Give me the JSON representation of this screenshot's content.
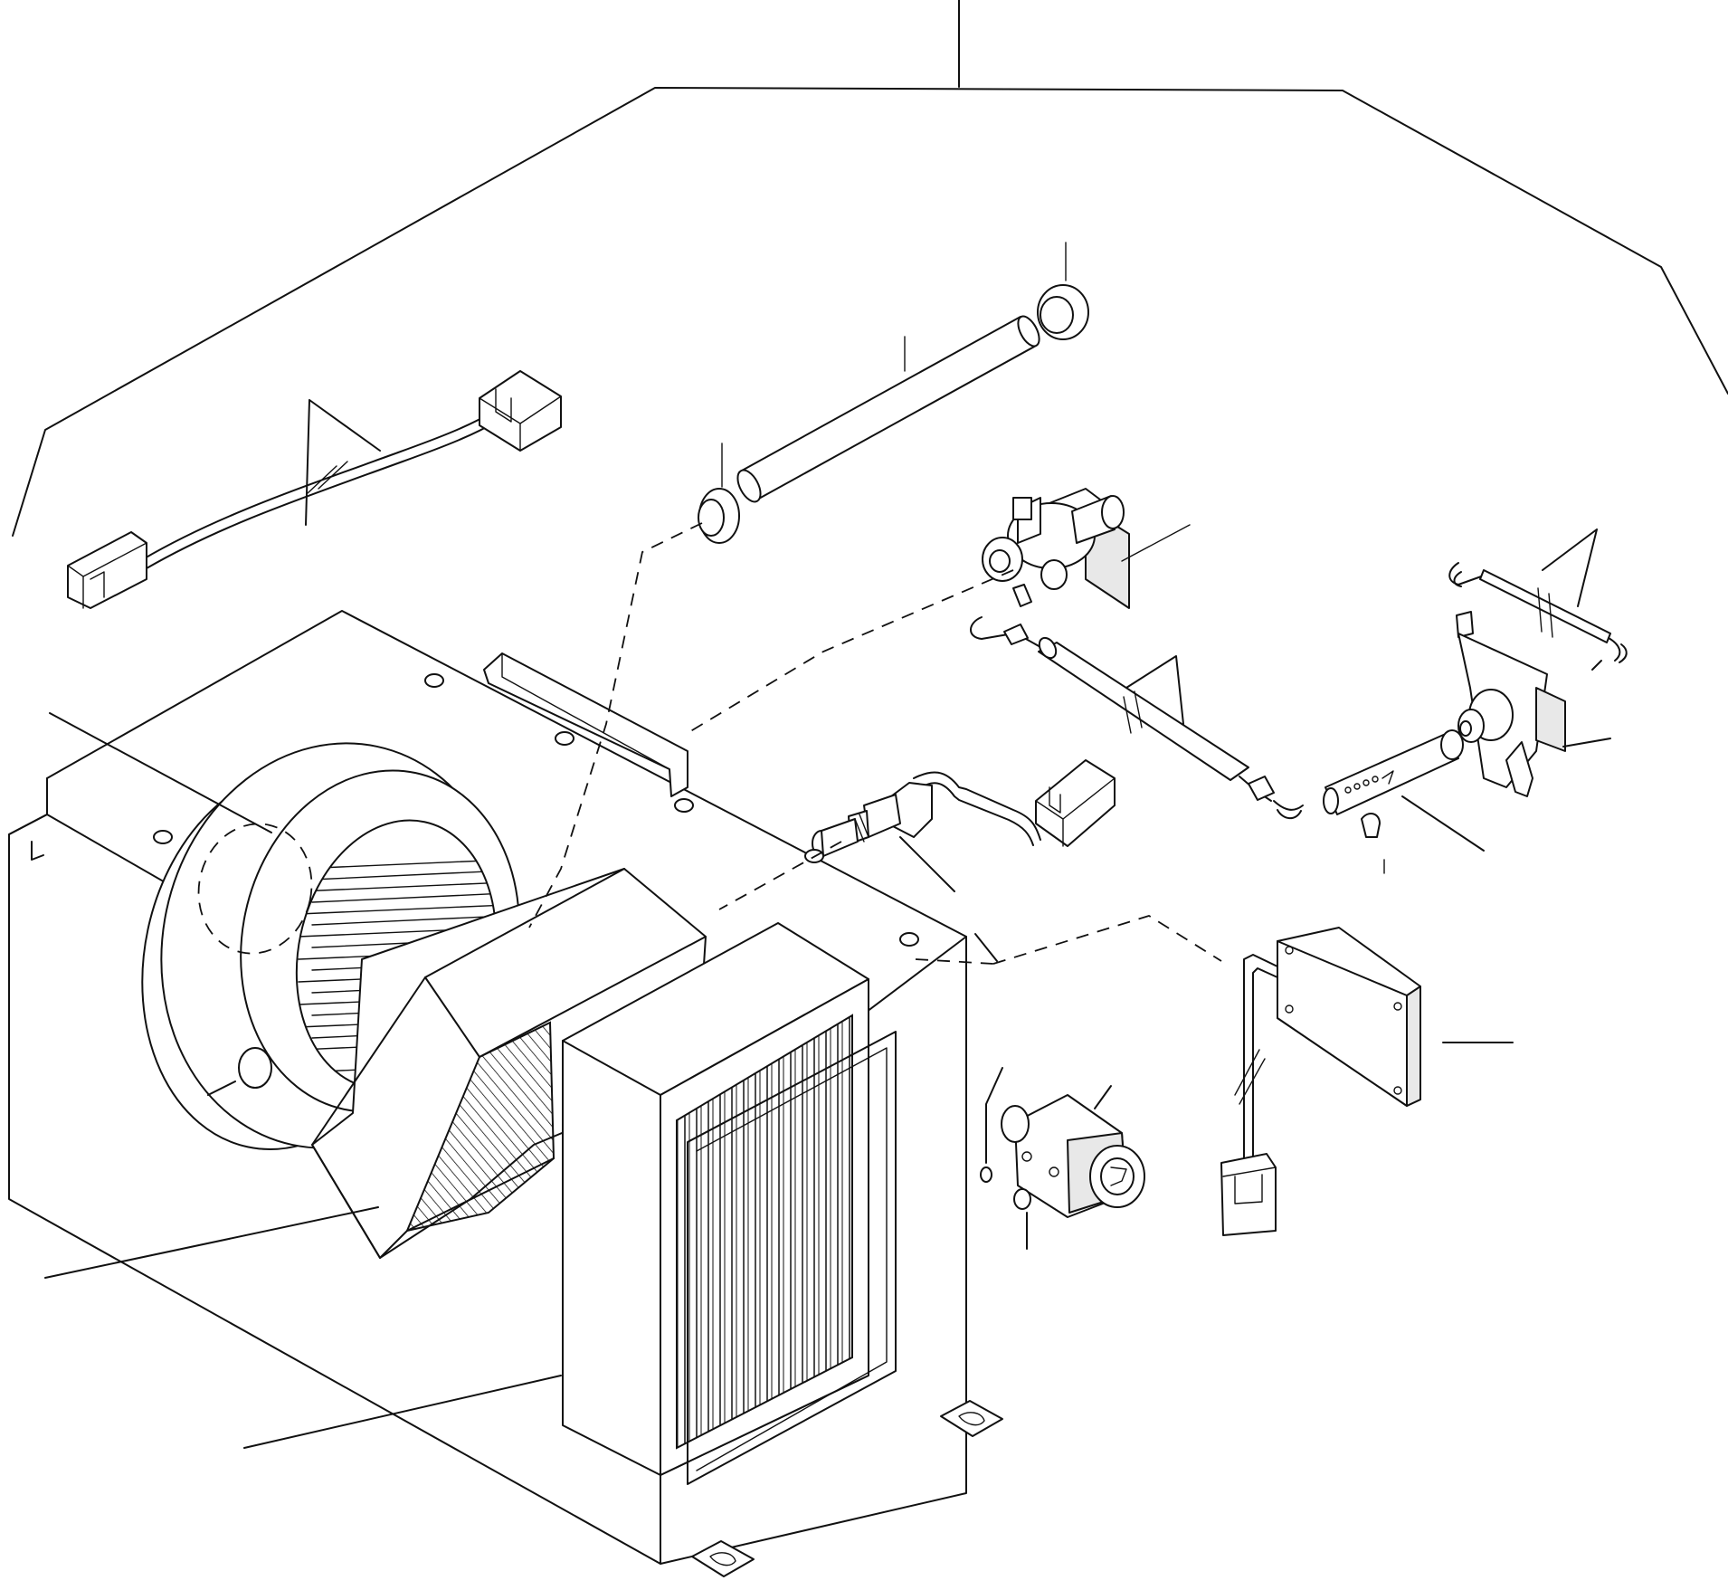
{
  "diagram": {
    "kind": "exploded-parts-view",
    "callout_labels": [],
    "components": [
      {
        "id": "heater-housing",
        "icon": "box-housing-icon"
      },
      {
        "id": "blower-fan",
        "icon": "fan-icon"
      },
      {
        "id": "filter-duct",
        "icon": "filter-icon"
      },
      {
        "id": "heater-core",
        "icon": "radiator-core-icon"
      },
      {
        "id": "wiring-harness",
        "icon": "connector-icon"
      },
      {
        "id": "hose-pipe",
        "icon": "pipe-icon"
      },
      {
        "id": "grommet-left",
        "icon": "grommet-icon"
      },
      {
        "id": "grommet-right",
        "icon": "grommet-icon"
      },
      {
        "id": "water-valve",
        "icon": "valve-icon"
      },
      {
        "id": "control-cable-valve",
        "icon": "cable-icon"
      },
      {
        "id": "control-cable-upper",
        "icon": "cable-icon"
      },
      {
        "id": "actuator-motor",
        "icon": "motor-icon"
      },
      {
        "id": "actuator-rod",
        "icon": "rod-icon"
      },
      {
        "id": "retaining-clip",
        "icon": "clip-icon"
      },
      {
        "id": "thermo-sensor",
        "icon": "sensor-icon"
      },
      {
        "id": "resistor-unit",
        "icon": "resistor-icon"
      },
      {
        "id": "rotary-switch",
        "icon": "switch-icon"
      },
      {
        "id": "o-rings",
        "icon": "o-ring-icon"
      }
    ]
  }
}
